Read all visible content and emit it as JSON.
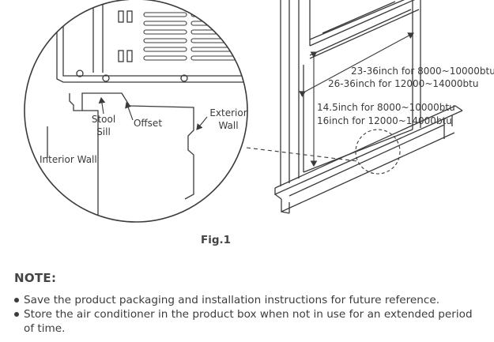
{
  "figure": {
    "labels": {
      "stool_sill_line1": "Stool",
      "stool_sill_line2": "Sill",
      "offset": "Offset",
      "exterior_wall_line1": "Exterior",
      "exterior_wall_line2": "Wall",
      "interior_wall": "Interior Wall",
      "width_range_1": "23-36inch for 8000~10000btu",
      "width_range_2": "26-36inch for 12000~14000btu",
      "height_min_1": "14.5inch for 8000~10000btu",
      "height_min_2": "16inch for 12000~14000btu"
    },
    "caption": "Fig.1"
  },
  "note": {
    "title": "NOTE:",
    "items": [
      "Save the product packaging and installation instructions for future reference.",
      "Store the air conditioner in the product box when not in use for an extended period of time."
    ]
  },
  "colors": {
    "line": "#3a3a3a",
    "text": "#333333"
  }
}
